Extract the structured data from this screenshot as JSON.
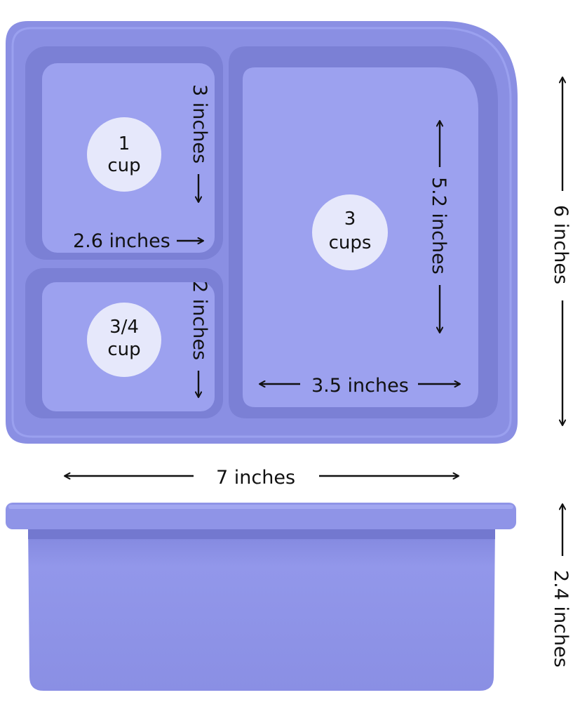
{
  "product": {
    "colors": {
      "silicone": "#8d92e6",
      "silicone_dark": "#7c80d6",
      "silicone_inner": "#9ba0ee",
      "badge": "#e6e8fb",
      "ink": "#111111",
      "background": "#ffffff"
    },
    "compartments": {
      "top_left": {
        "capacity_line1": "1",
        "capacity_line2": "cup",
        "height_label": "3 inches",
        "width_label": "2.6 inches"
      },
      "bottom_left": {
        "capacity_line1": "3/4",
        "capacity_line2": "cup",
        "height_label": "2 inches"
      },
      "right": {
        "capacity_line1": "3",
        "capacity_line2": "cups",
        "height_label": "5.2 inches",
        "width_label": "3.5 inches"
      }
    },
    "overall": {
      "width_label": "7 inches",
      "depth_label": "6 inches",
      "height_label": "2.4 inches"
    },
    "icons": [
      "double-arrow-icon",
      "arrow-icon"
    ]
  }
}
